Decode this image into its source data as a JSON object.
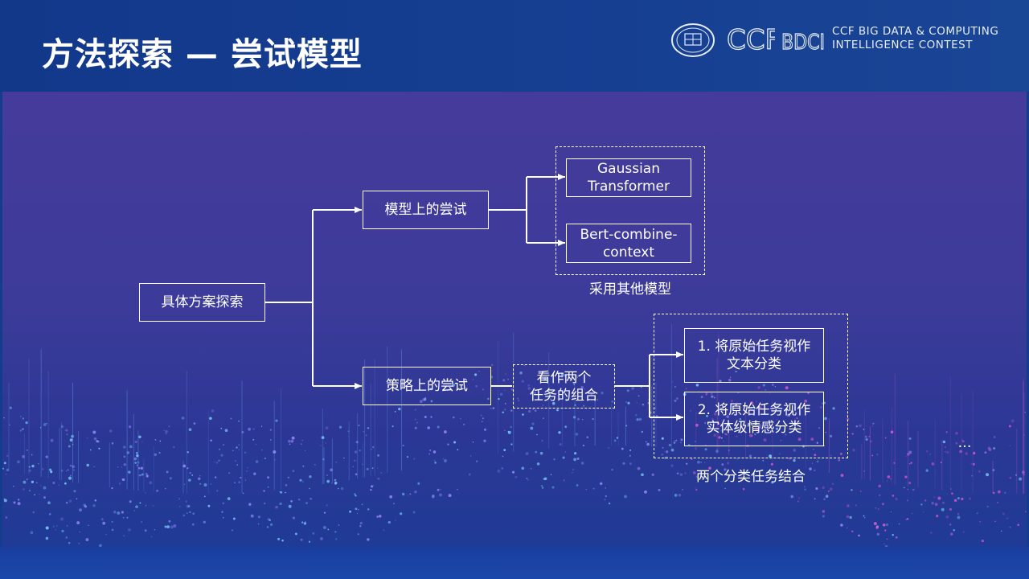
{
  "slide": {
    "title": "方法探索 — 尝试模型"
  },
  "brand": {
    "ccf": "CCF",
    "bdci": "BDCI",
    "contest_line1": "CCF BIG DATA & COMPUTING",
    "contest_line2": "INTELLIGENCE CONTEST"
  },
  "diagram": {
    "root": "具体方案探索",
    "model_branch": "模型上的尝试",
    "strategy_branch": "策略上的尝试",
    "gaussian": "Gaussian\nTransformer",
    "bert": "Bert-combine-\ncontext",
    "other_models_caption": "采用其他模型",
    "combine_tasks": "看作两个\n任务的组合",
    "task1": "1. 将原始任务视作\n文本分类",
    "task2": "2. 将原始任务视作\n实体级情感分类",
    "tasks_caption": "两个分类任务结合",
    "ellipsis": "…"
  },
  "colors": {
    "header_bg": "#12388a",
    "panel_top": "#453b9a",
    "panel_bottom": "#1f3b95",
    "line": "#ffffff"
  }
}
